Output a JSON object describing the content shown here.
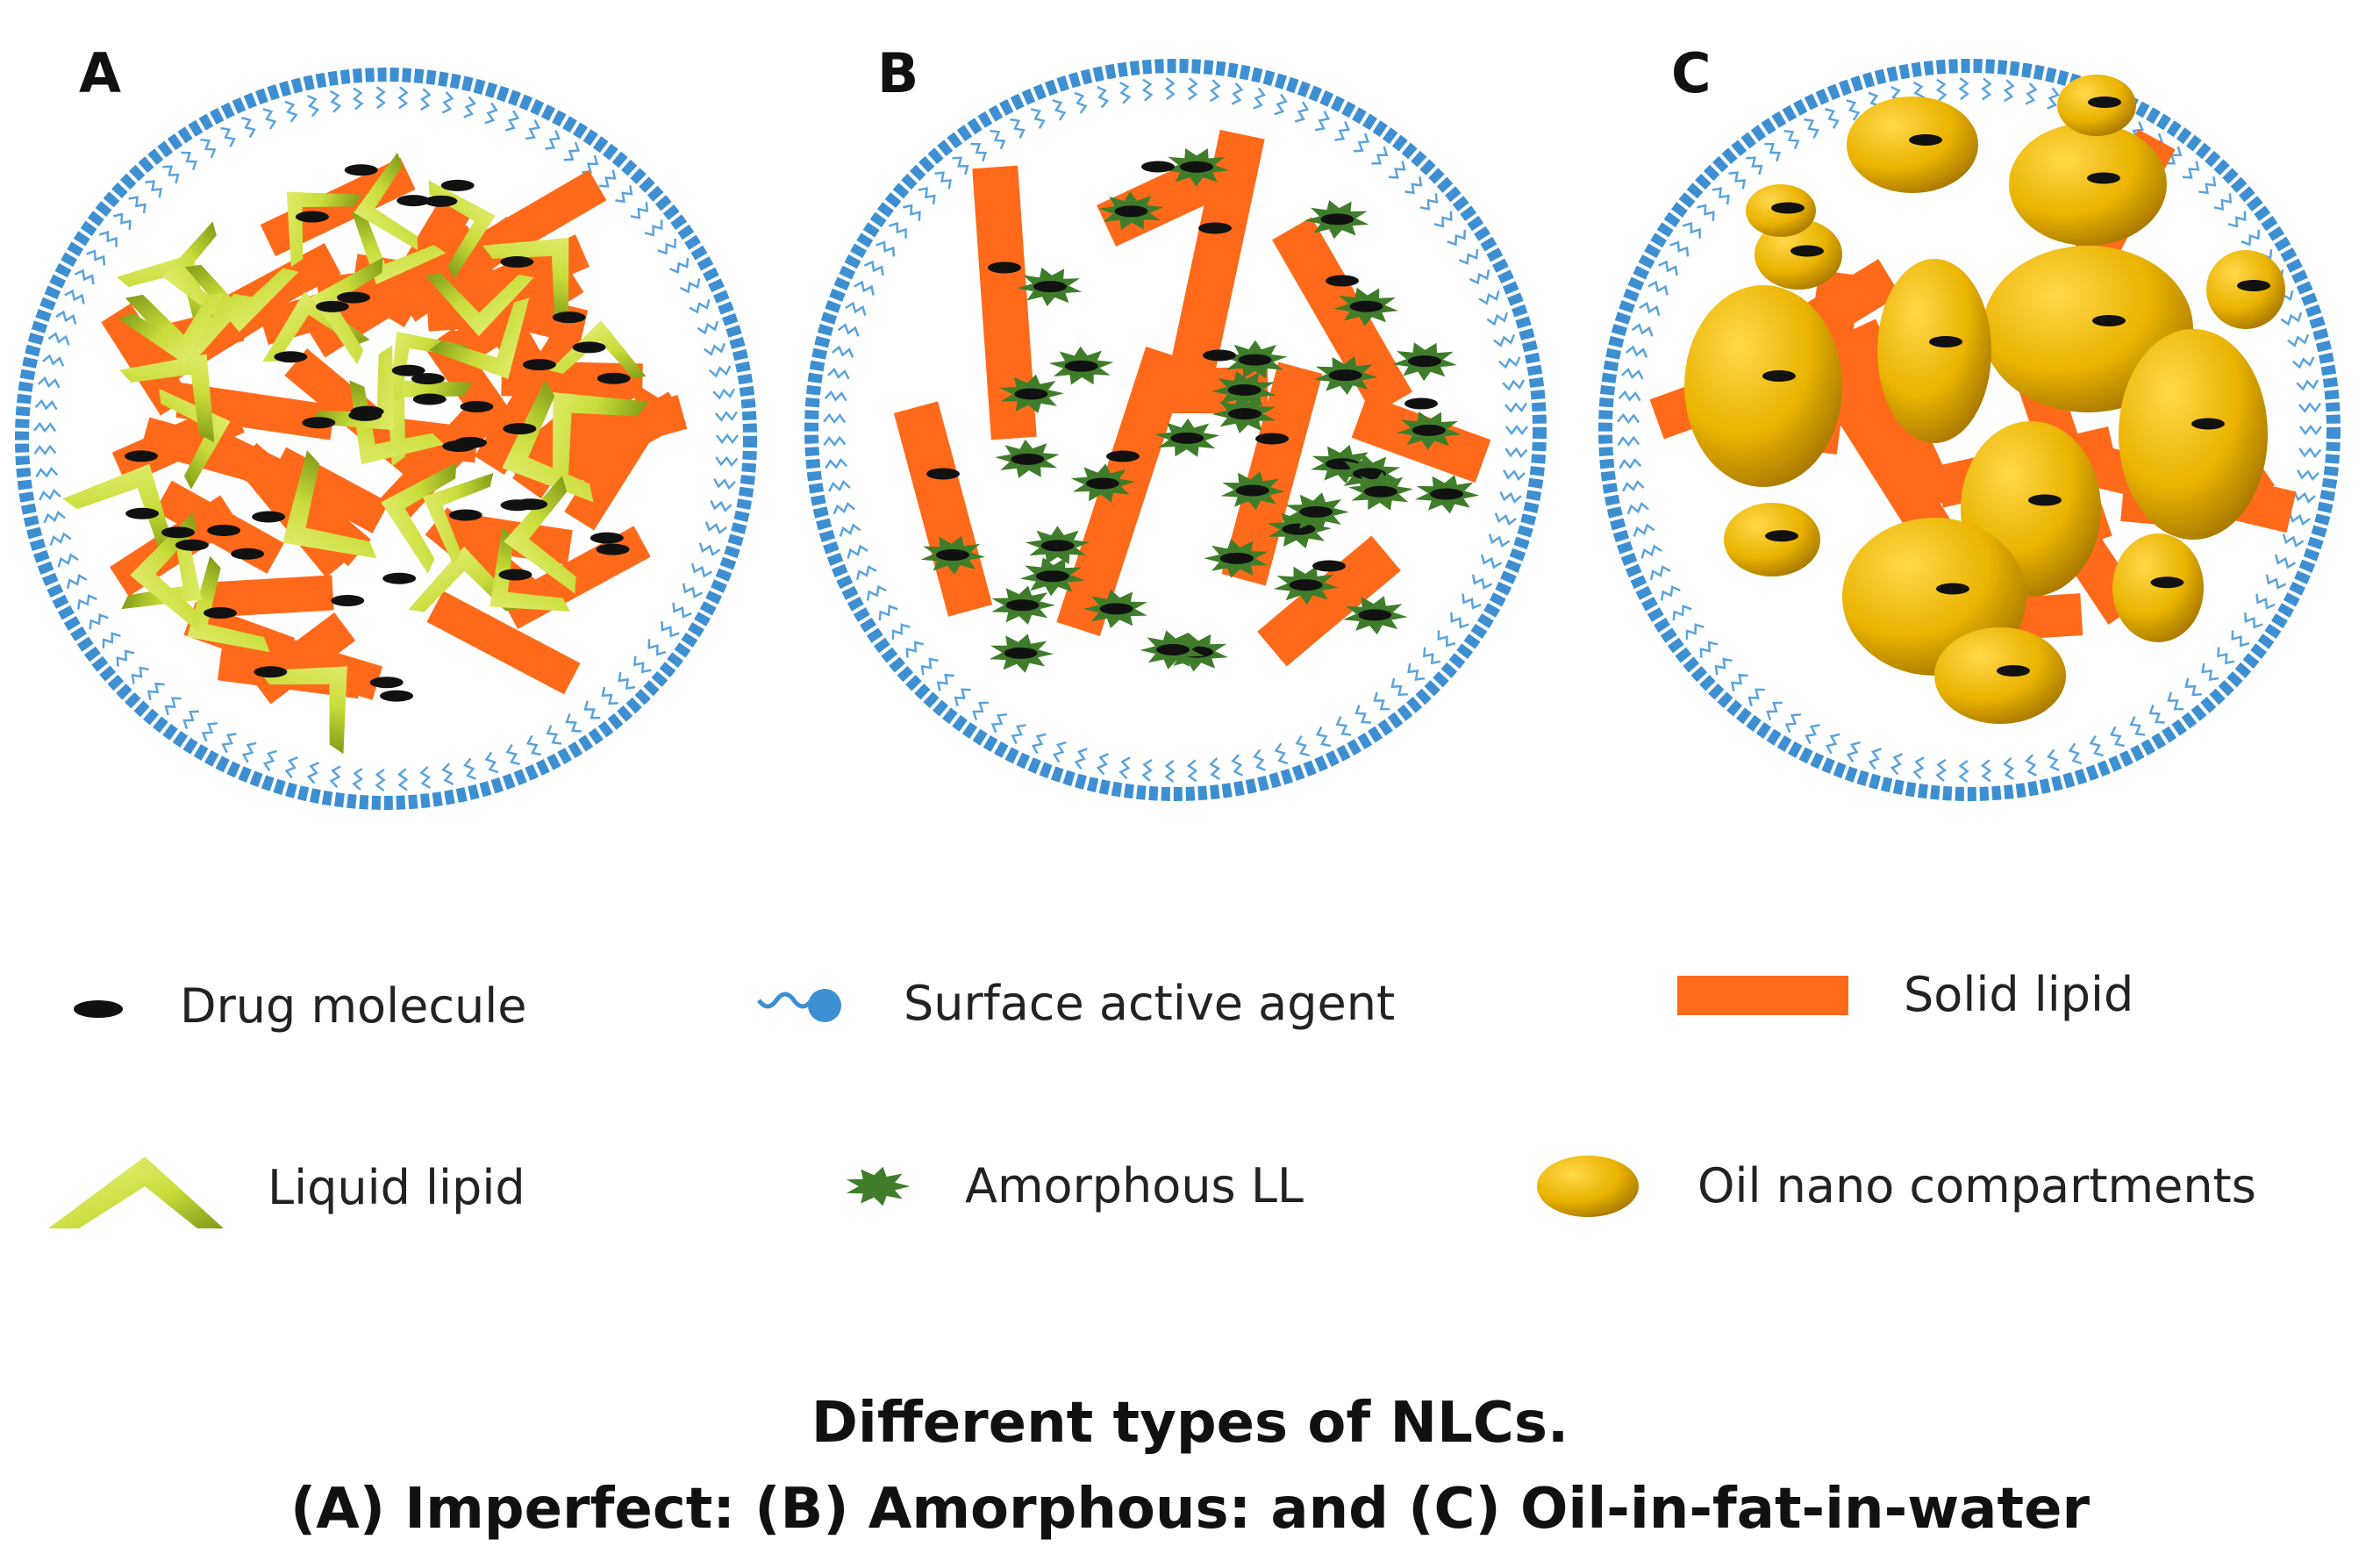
{
  "panels": [
    {
      "letter": "A"
    },
    {
      "letter": "B"
    },
    {
      "letter": "C"
    }
  ],
  "legend": {
    "drug_molecule": "Drug molecule",
    "surface_active_agent": "Surface active agent",
    "solid_lipid": "Solid lipid",
    "liquid_lipid": "Liquid lipid",
    "amorphous_ll": "Amorphous LL",
    "oil_nano_compartments": "Oil nano compartments"
  },
  "caption": {
    "title": "Different types of NLCs.",
    "subtitle": "(A) Imperfect: (B) Amorphous: and (C) Oil-in-fat-in-water"
  },
  "colors": {
    "membrane": "#3d8fd1",
    "solid_lipid": "#ff6a1a",
    "liquid_lipid": "#c9dc3a",
    "amorphous_ll": "#3f7d2a",
    "oil": "#e8b100",
    "drug": "#111111"
  }
}
